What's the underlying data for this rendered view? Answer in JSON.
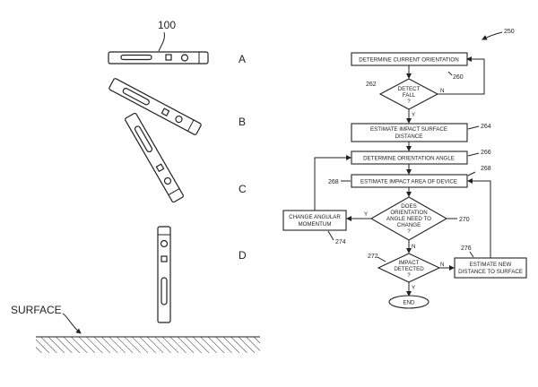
{
  "labels": {
    "device_ref": "100",
    "fig_ref": "250",
    "surface": "SURFACE",
    "pos_a": "A",
    "pos_b": "B",
    "pos_c": "C",
    "pos_d": "D"
  },
  "flow": {
    "determine_orientation": "DETERMINE CURRENT ORIENTATION",
    "ref_260": "260",
    "ref_262": "262",
    "detect_fall_1": "DETECT",
    "detect_fall_2": "FALL",
    "detect_fall_3": "?",
    "yes": "Y",
    "no": "N",
    "estimate_distance_1": "ESTIMATE IMPACT SURFACE",
    "estimate_distance_2": "DISTANCE",
    "ref_264": "264",
    "determine_angle": "DETERMINE ORIENTATION ANGLE",
    "ref_266": "266",
    "estimate_area": "ESTIMATE IMPACT AREA OF DEVICE",
    "ref_268a": "268",
    "ref_268b": "268",
    "orient_change_1": "DOES",
    "orient_change_2": "ORIENTATION",
    "orient_change_3": "ANGLE NEED TO",
    "orient_change_4": "CHANGE",
    "orient_change_5": "?",
    "ref_270": "270",
    "change_momentum_1": "CHANGE ANGULAR",
    "change_momentum_2": "MOMENTUM",
    "ref_274": "274",
    "impact_1": "IMPACT",
    "impact_2": "DETECTED",
    "impact_3": "?",
    "ref_272": "272",
    "estimate_new_1": "ESTIMATE  NEW",
    "estimate_new_2": "DISTANCE TO SURFACE",
    "ref_276": "276",
    "end": "END"
  }
}
